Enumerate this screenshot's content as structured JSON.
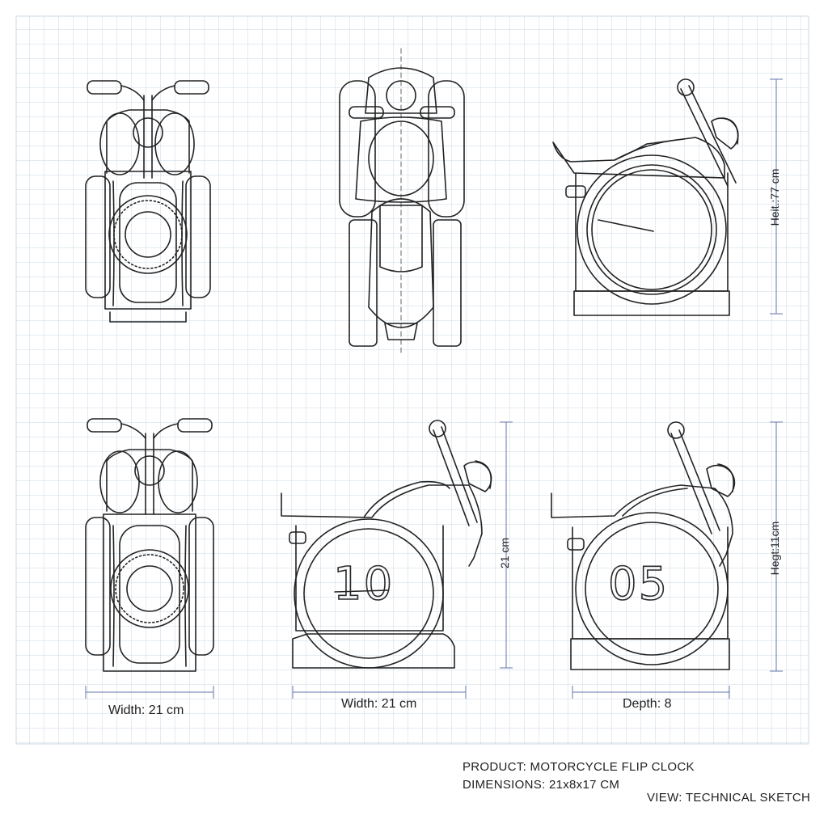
{
  "colors": {
    "grid": "#c9d9e6",
    "ink": "#222222",
    "dimension": "#6677aa"
  },
  "views": {
    "top_right_height_label": "Heit.:77 cm",
    "bottom_middle_height_label": "21 cm",
    "bottom_right_height_label": "Hegt:11cm",
    "bottom_left_width_label": "Width: 21 cm",
    "bottom_middle_width_label": "Width: 21 cm",
    "bottom_right_depth_label": "Depth: 8",
    "clock_left_digits": "10",
    "clock_right_digits": "05"
  },
  "info": {
    "product": "PRODUCT: MOTORCYCLE FLIP CLOCK",
    "dimensions": "DIMENSIONS: 21x8x17 CM",
    "view": "VIEW: TECHNICAL SKETCH"
  }
}
